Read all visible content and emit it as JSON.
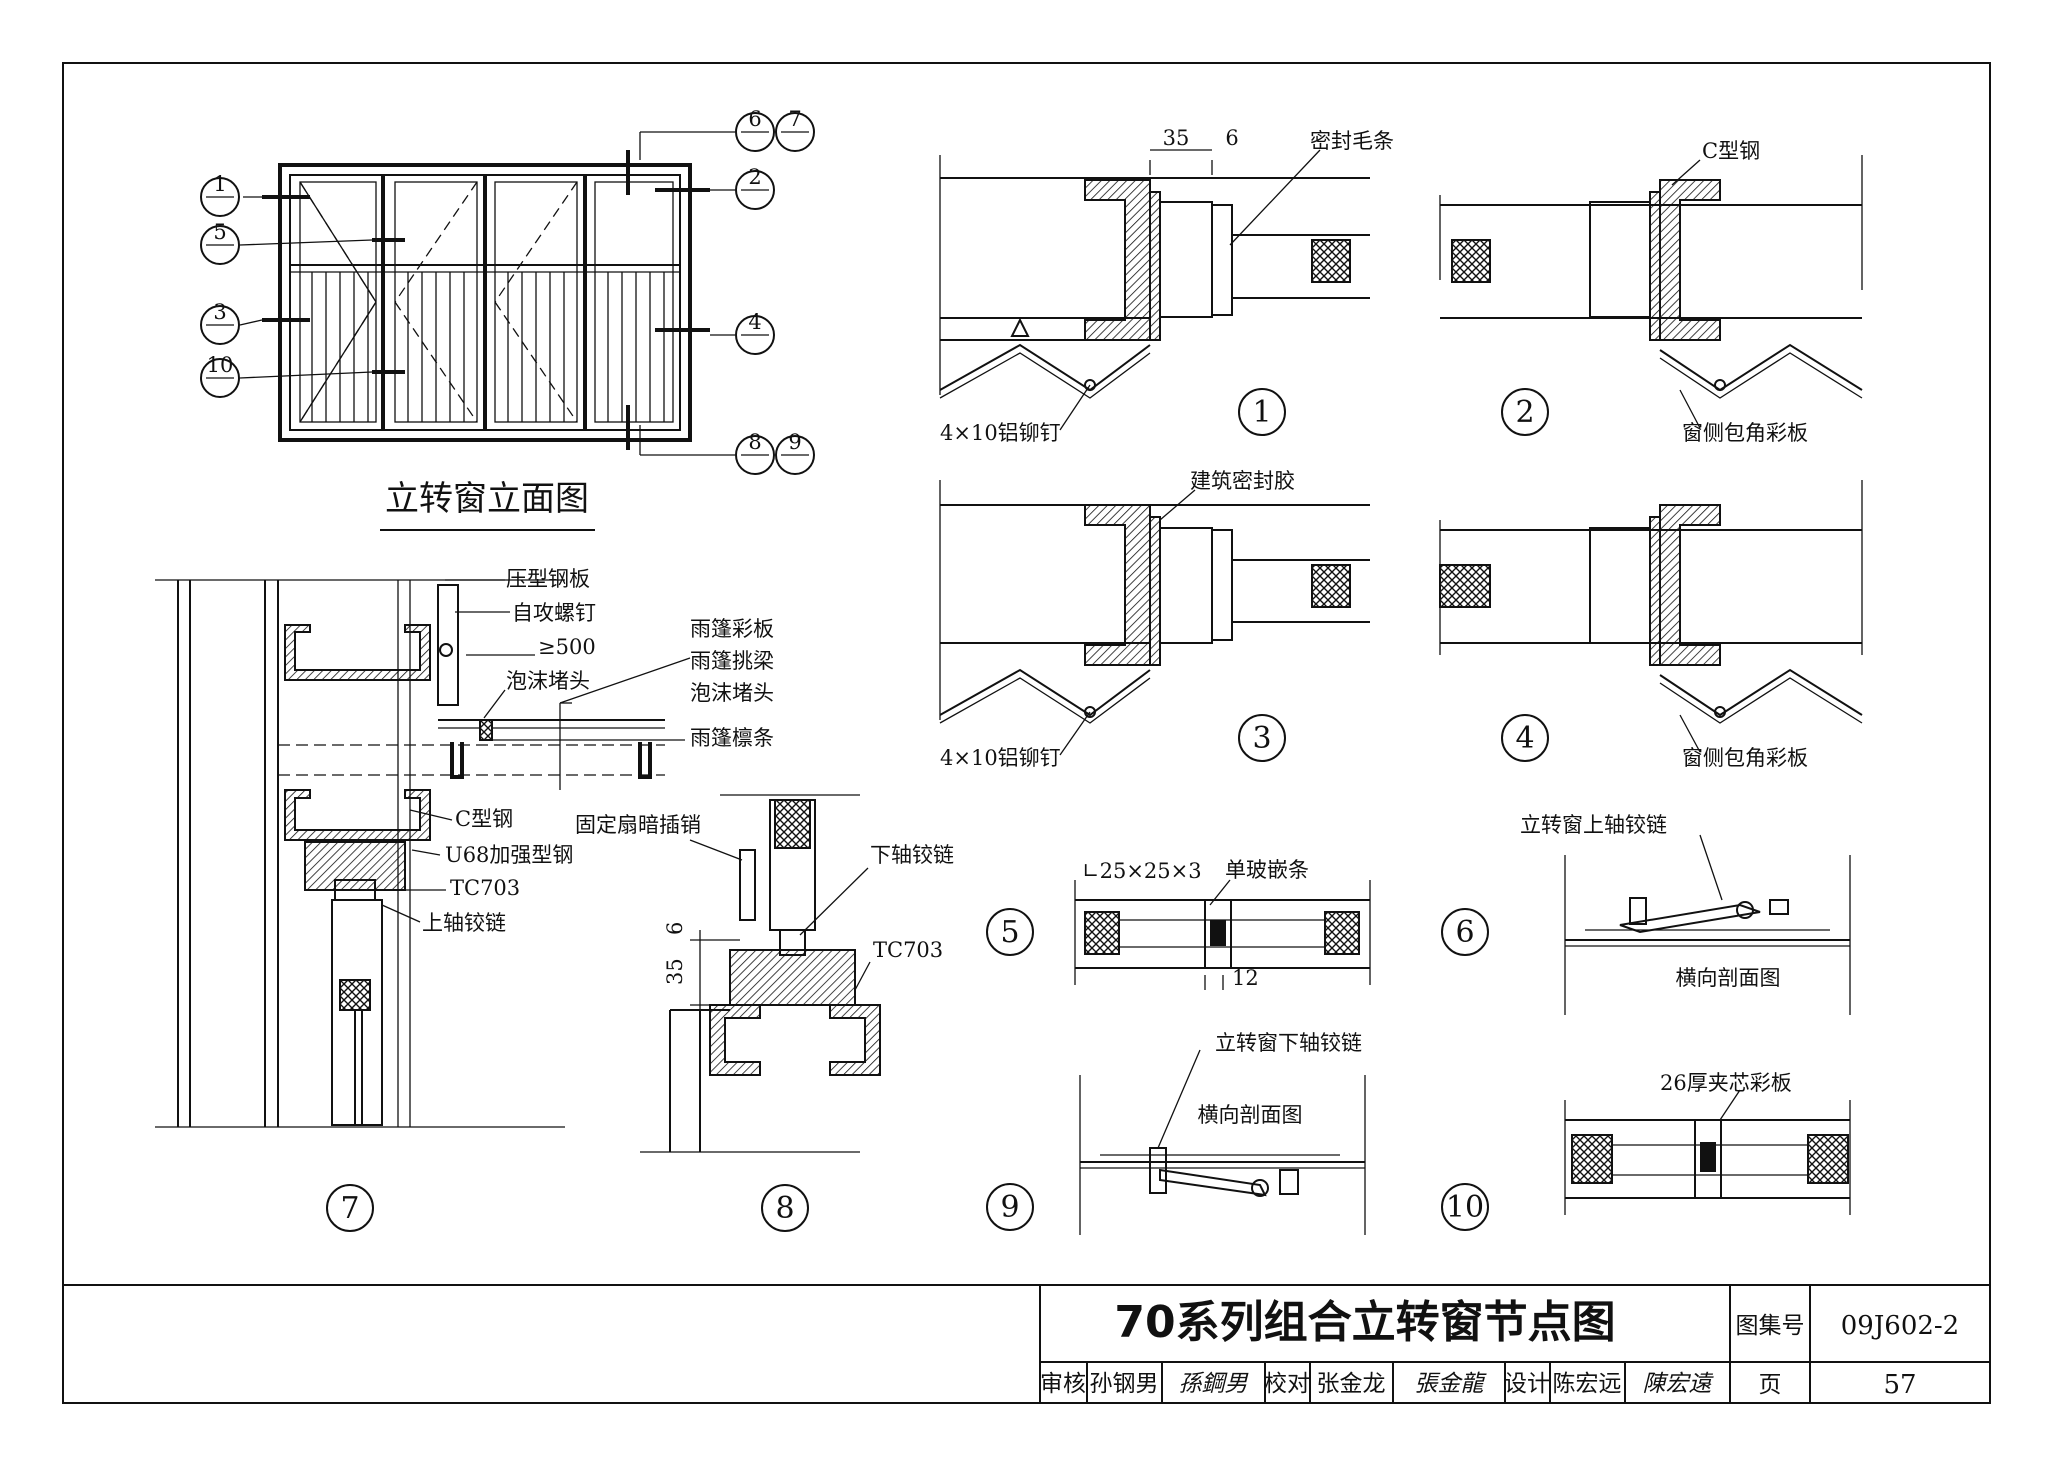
{
  "elevation": {
    "title": "立转窗立面图",
    "callouts": [
      "1",
      "2",
      "3",
      "4",
      "5",
      "6",
      "7",
      "8",
      "9",
      "10"
    ]
  },
  "details": {
    "d1": {
      "num": "1",
      "dim_a": "35",
      "dim_b": "6",
      "label_seal": "密封毛条",
      "label_rivet": "4×10铝铆钉"
    },
    "d2": {
      "num": "2",
      "label_c": "C型钢",
      "label_panel": "窗侧包角彩板"
    },
    "d3": {
      "num": "3",
      "label_sealant": "建筑密封胶",
      "label_rivet": "4×10铝铆钉"
    },
    "d4": {
      "num": "4",
      "label_panel": "窗侧包角彩板"
    },
    "d5": {
      "num": "5",
      "label_angle": "∟25×25×3",
      "label_strip": "单玻嵌条",
      "dim": "12"
    },
    "d6": {
      "num": "6",
      "label_hinge": "立转窗上轴铰链",
      "label_section": "横向剖面图"
    },
    "d7": {
      "num": "7",
      "labels": [
        "压型钢板",
        "自攻螺钉",
        "≥500",
        "泡沫堵头",
        "雨篷彩板",
        "雨篷挑梁",
        "泡沫堵头",
        "雨篷檩条",
        "C型钢",
        "U68加强型钢",
        "TC703",
        "上轴铰链"
      ]
    },
    "d8": {
      "num": "8",
      "label_pin": "固定扇暗插销",
      "label_hinge": "下轴铰链",
      "label_tc": "TC703",
      "dim_a": "6",
      "dim_b": "35"
    },
    "d9": {
      "num": "9",
      "label_hinge": "立转窗下轴铰链",
      "label_section": "横向剖面图"
    },
    "d10": {
      "num": "10",
      "label_panel": "26厚夹芯彩板"
    }
  },
  "title_block": {
    "title": "70系列组合立转窗节点图",
    "atlas_label": "图集号",
    "atlas_no": "09J602-2",
    "page_label": "页",
    "page_no": "57",
    "review_label": "审核",
    "reviewer": "孙钢男",
    "reviewer_sign": "孫鋼男",
    "check_label": "校对",
    "checker": "张金龙",
    "checker_sign": "張金龍",
    "design_label": "设计",
    "designer": "陈宏远",
    "designer_sign": "陳宏遠"
  }
}
